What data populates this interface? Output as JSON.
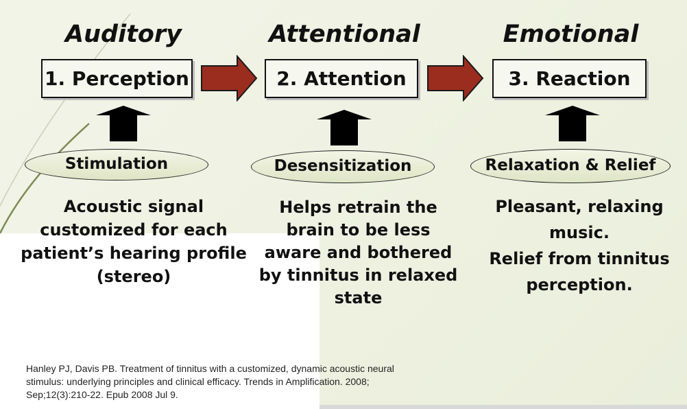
{
  "stages": [
    {
      "heading": "Auditory",
      "box": "1. Perception",
      "ellipse": "Stimulation",
      "description": [
        "Acoustic signal",
        "customized for each",
        "patient’s hearing profile",
        "(stereo)"
      ]
    },
    {
      "heading": "Attentional",
      "box": "2. Attention",
      "ellipse": "Desensitization",
      "description": [
        "Helps retrain the",
        "brain to be less",
        "aware and bothered",
        "by tinnitus in relaxed",
        "state"
      ]
    },
    {
      "heading": "Emotional",
      "box": "3. Reaction",
      "ellipse": "Relaxation & Relief",
      "description": [
        "Pleasant, relaxing",
        "music.",
        "Relief from tinnitus",
        "perception."
      ]
    }
  ],
  "citation": [
    "Hanley PJ, Davis PB. Treatment of tinnitus with a customized, dynamic acoustic neural",
    "stimulus: underlying principles and clinical efficacy. Trends in Amplification. 2008;",
    "Sep;12(3):210-22. Epub 2008 Jul 9."
  ],
  "colors": {
    "arrow_fill": "#9b2d1f",
    "ellipse_fill": "#dfe5c6",
    "text": "#111111"
  }
}
